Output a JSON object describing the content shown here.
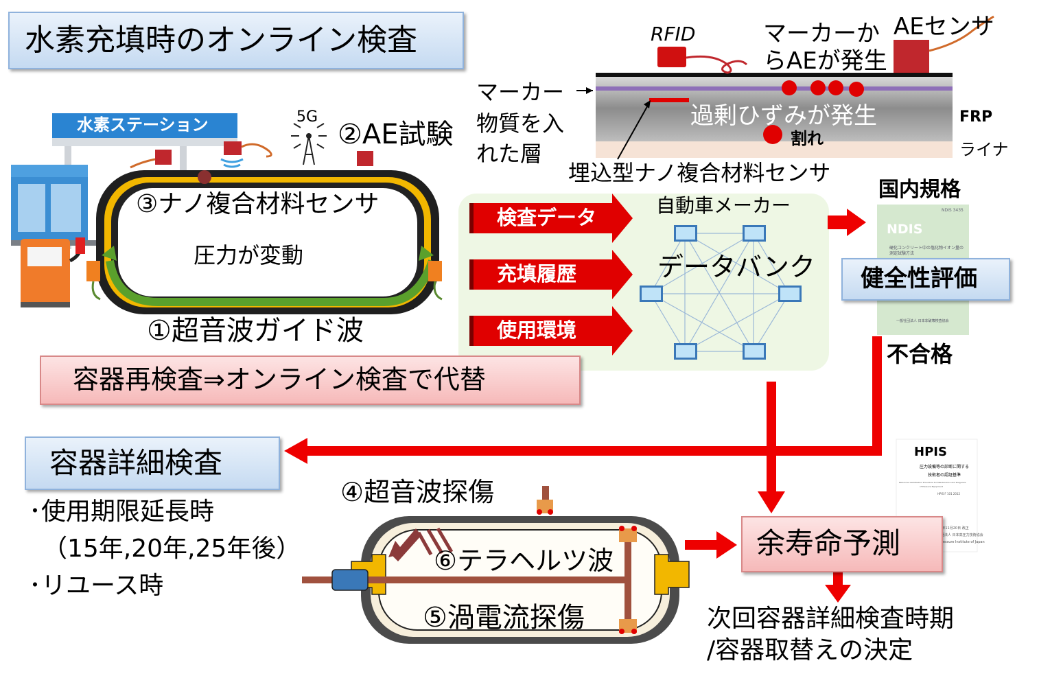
{
  "title": "水素充填時のオンライン検査",
  "station": {
    "sign": "水素ステーション"
  },
  "signal": {
    "label_5g": "5G"
  },
  "tank_top": {
    "ae_test": "②AE試験",
    "nano_sensor": "③ナノ複合材料センサ",
    "pressure": "圧力が変動",
    "guided_wave": "①超音波ガイド波"
  },
  "cross_section": {
    "rfid": "RFID",
    "marker_ae_line1": "マーカーか",
    "marker_ae_line2": "らAEが発生",
    "ae_sensor": "AEセンサ",
    "marker_layer_line1": "マーカー",
    "marker_layer_line2": "物質を入",
    "marker_layer_line3": "れた層",
    "strain": "過剰ひずみが発生",
    "crack": "割れ",
    "frp": "FRP",
    "liner": "ライナ",
    "embedded_sensor": "埋込型ナノ複合材料センサ"
  },
  "databank": {
    "arrows": [
      "検査データ",
      "充填履歴",
      "使用環境"
    ],
    "maker": "自動車メーカー",
    "bank": "データバンク"
  },
  "standards": {
    "domestic": "国内規格",
    "ndis": "NDIS",
    "ndis_sub": "硬化コンクリート中の塩化物イオン量の測定試験方法",
    "ndis_footer": "一般社団法人 日本非破壊検査協会",
    "ndis_num": "NDIS 3435",
    "integrity": "健全性評価",
    "fail": "不合格"
  },
  "replacement": "容器再検査⇒オンライン検査で代替",
  "detail": {
    "title": "容器詳細検査",
    "bullet1": "･使用期限延長時",
    "bullet1_sub": "（15年,20年,25年後）",
    "bullet2": "･リユース時",
    "ut": "④超音波探傷",
    "thz": "⑥テラヘルツ波",
    "ec": "⑤渦電流探傷"
  },
  "hpis": {
    "name": "HPIS",
    "line1": "圧力設備等の診断に関する",
    "line2": "技術者の認証基準",
    "line3": "Personnel Certification Procedure for Maintenance and Diagnosis",
    "line4": "of Pressure Equipment",
    "code": "HPIS F 101 2012",
    "date": "平成24年11月20日 改正",
    "org1": "一般社団法人 日本高圧力技術協会",
    "org2": "High Pressure Institute of Japan"
  },
  "life": {
    "prediction": "余寿命予測",
    "decision_line1": "次回容器詳細検査時期",
    "decision_line2": "/容器取替えの決定"
  },
  "colors": {
    "arrow_red": "#ee0000",
    "box_blue": "#c5daf1",
    "box_pink": "#f6b9b9",
    "tank_green": "#5aa02c",
    "tank_gold": "#f2b700"
  }
}
